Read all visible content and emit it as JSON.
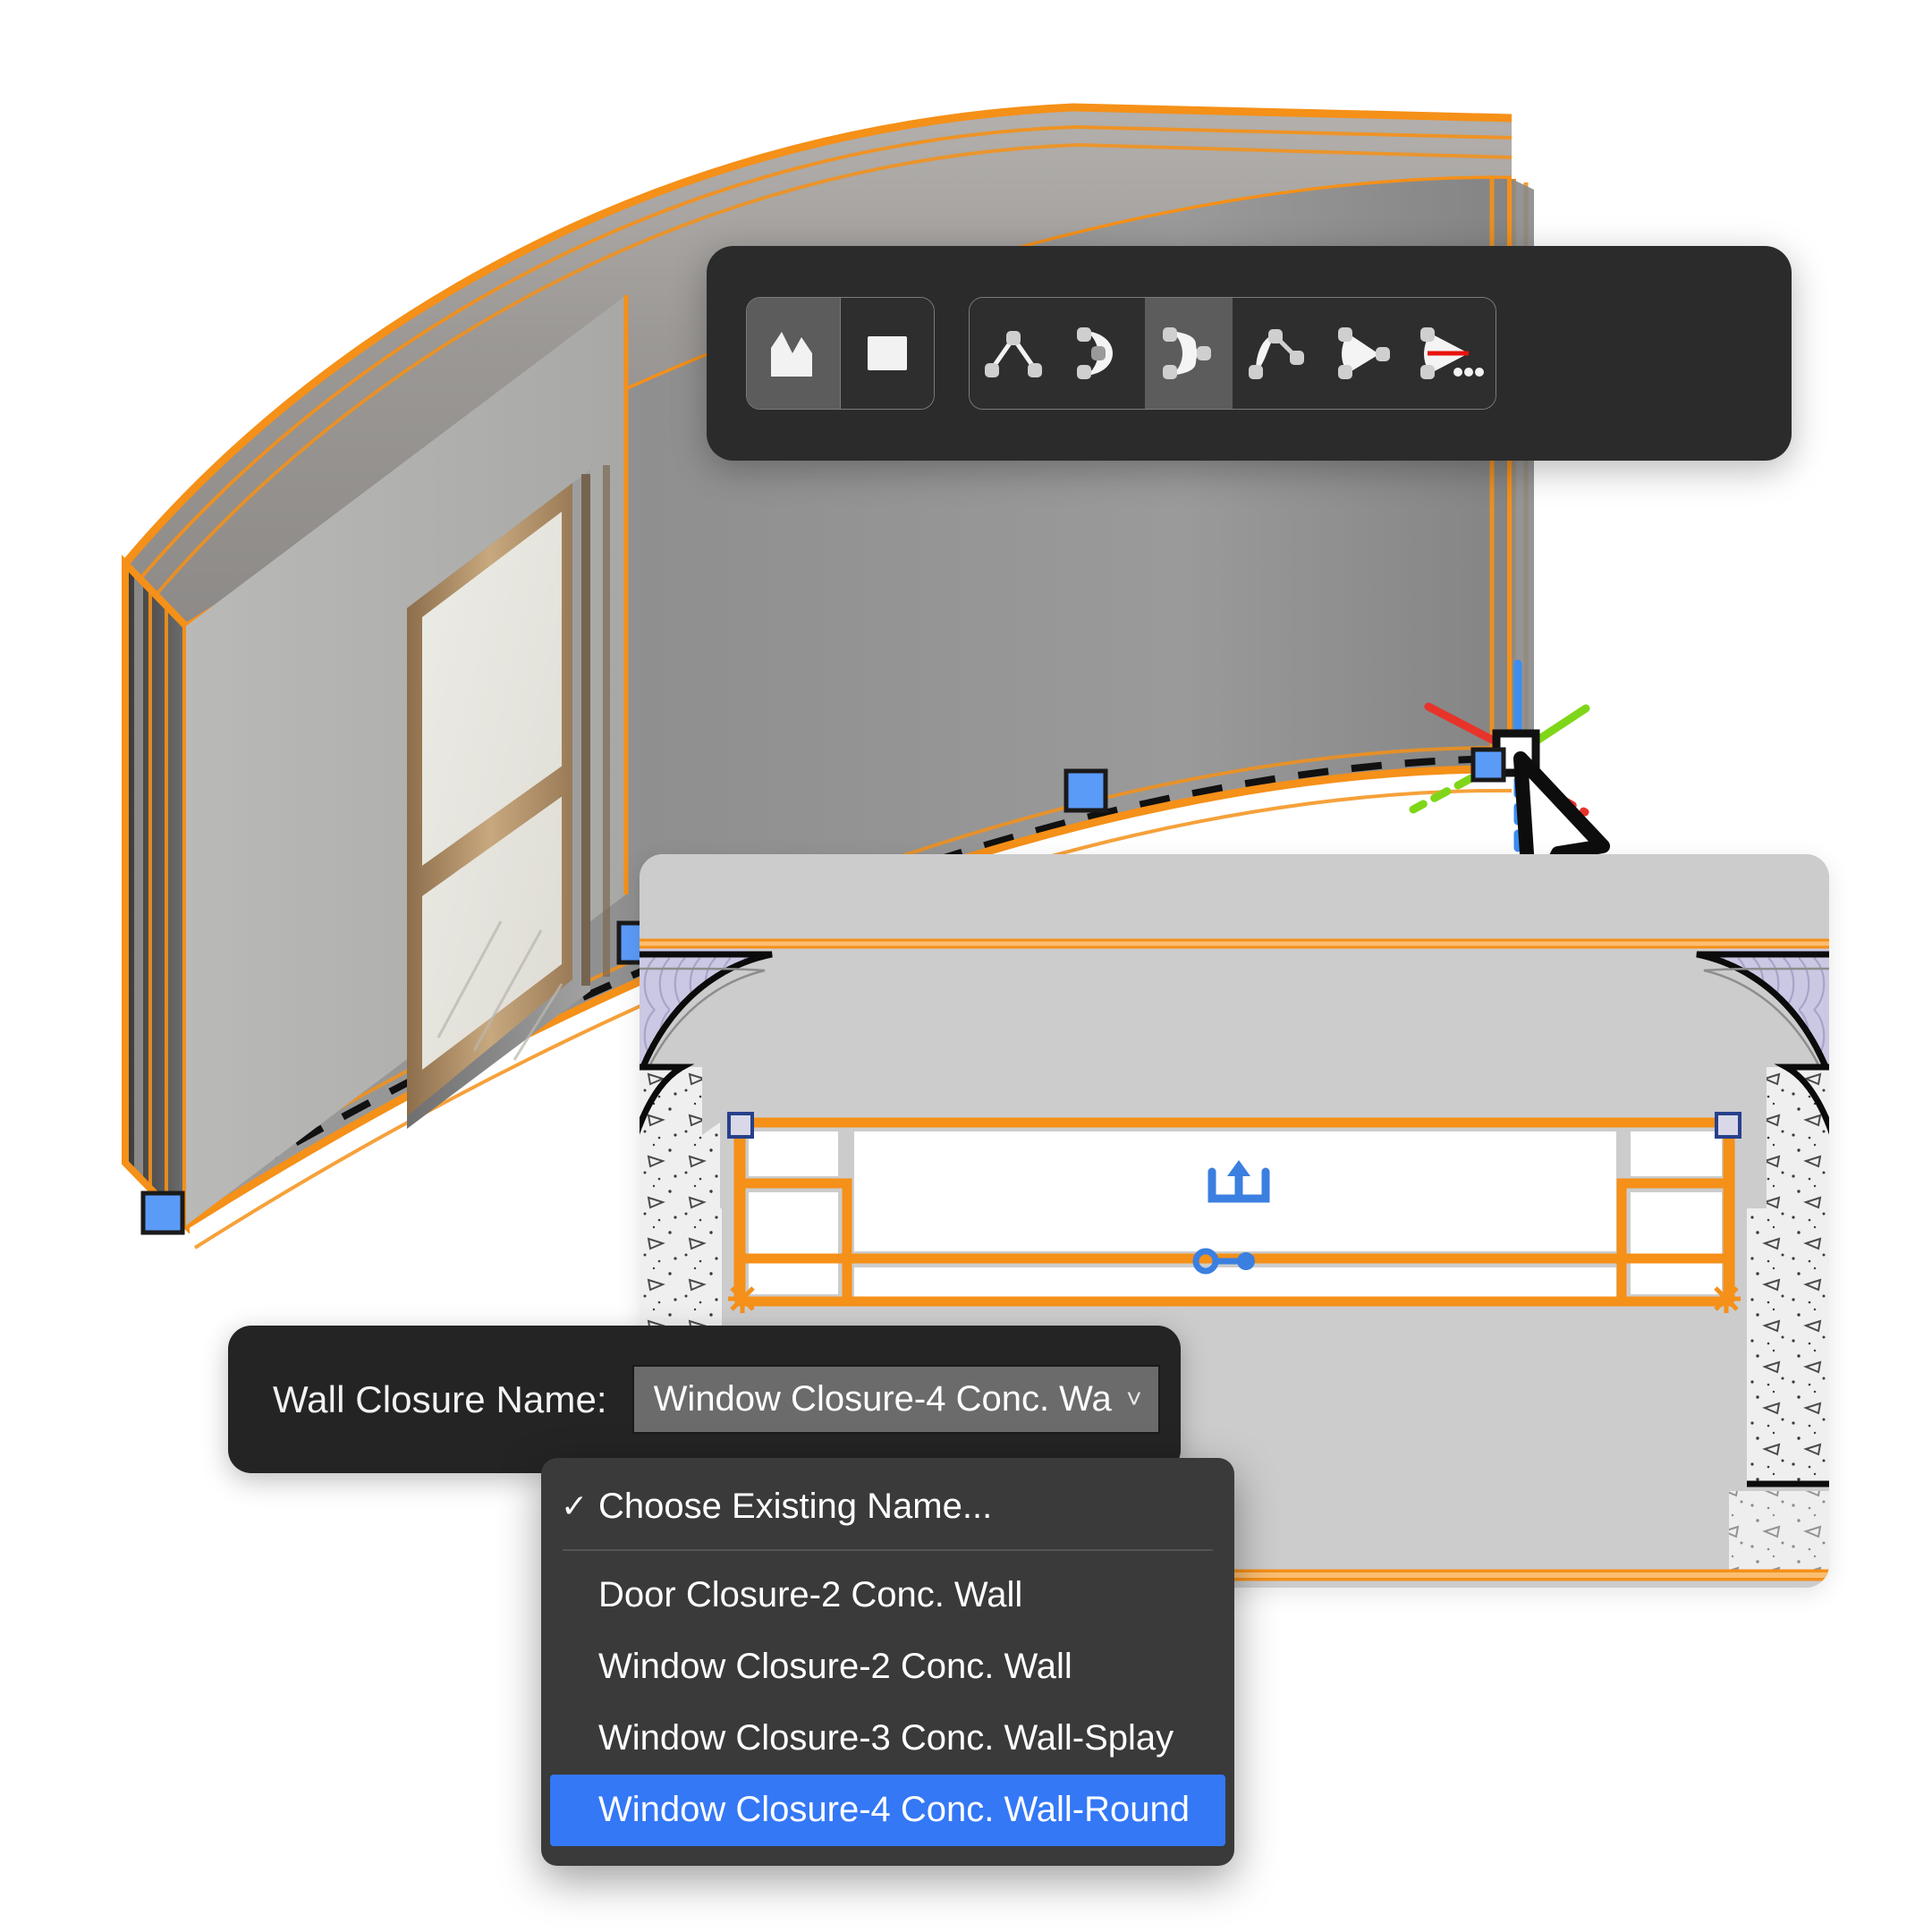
{
  "app": {
    "background_color": "#ffffff",
    "accent_selection_color": "#f59018",
    "handle_color": "#5b9bf8",
    "menu_highlight_color": "#3478f6"
  },
  "toolbar": {
    "name": "shape-edit-pet-palette",
    "groups": [
      {
        "name": "geometry-method-group",
        "buttons": [
          {
            "icon": "polygon-freeform-icon",
            "label": "Polygonal/Freeform Shape",
            "active": true
          },
          {
            "icon": "rectangle-shape-icon",
            "label": "Rectangular Shape",
            "active": false
          }
        ]
      },
      {
        "name": "node-edit-group",
        "buttons": [
          {
            "icon": "insert-node-icon",
            "label": "Insert New Node",
            "active": false
          },
          {
            "icon": "curve-in-edge-icon",
            "label": "Curve In Edge",
            "active": false
          },
          {
            "icon": "curve-out-edge-icon",
            "label": "Curve Out Edge",
            "active": true
          },
          {
            "icon": "offset-edge-icon",
            "label": "Offset Edge",
            "active": false
          },
          {
            "icon": "offset-all-edges-icon",
            "label": "Offset All Edges",
            "active": false
          },
          {
            "icon": "more-options-icon",
            "label": "More Options...",
            "active": false
          }
        ]
      }
    ]
  },
  "closure_settings": {
    "name": "wall-closure-settings-bar",
    "label": "Wall Closure Name:",
    "selected_value": "Window Closure-4 Conc. Wa",
    "chevron": "˅"
  },
  "dropdown": {
    "name": "wall-closure-name-menu",
    "check_glyph": "✓",
    "items": [
      {
        "label": "Choose Existing Name...",
        "checked": true,
        "selected": false,
        "separator_after": true
      },
      {
        "label": "Door Closure-2 Conc. Wall",
        "checked": false,
        "selected": false,
        "separator_after": false
      },
      {
        "label": "Window Closure-2 Conc. Wall",
        "checked": false,
        "selected": false,
        "separator_after": false
      },
      {
        "label": "Window Closure-3 Conc. Wall-Splay",
        "checked": false,
        "selected": false,
        "separator_after": false
      },
      {
        "label": "Window Closure-4 Conc. Wall-Round",
        "checked": false,
        "selected": true,
        "separator_after": false
      }
    ]
  },
  "viewport_3d": {
    "name": "curved-wall-3d-view",
    "selected_element": "curved concrete wall with window",
    "edit_handles": 3,
    "cursor": "arrow-pointer",
    "axis_gizmo": {
      "x_axis_color": "#e8332a",
      "y_axis_color": "#7fd619",
      "z_axis_color": "#3b8ef0"
    }
  },
  "plan_view": {
    "name": "wall-closure-plan-detail",
    "markers": [
      "move-up-icon",
      "stretch-handle-icon"
    ],
    "hatch_fills": [
      "concrete-hatch",
      "insulation-hatch"
    ]
  }
}
